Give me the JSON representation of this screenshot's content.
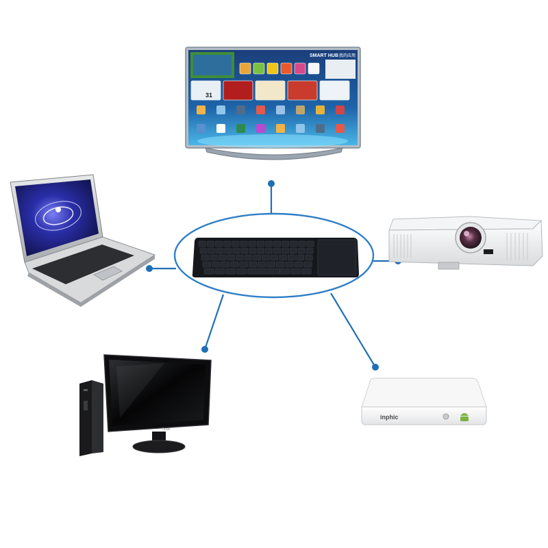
{
  "diagram": {
    "hub": {
      "device": "wireless-keyboard-with-touchpad"
    },
    "devices": [
      {
        "id": "smart-tv",
        "device": "smart-tv"
      },
      {
        "id": "laptop",
        "device": "laptop"
      },
      {
        "id": "projector",
        "device": "projector"
      },
      {
        "id": "desktop-pc",
        "device": "desktop-pc"
      },
      {
        "id": "tv-box",
        "device": "tv-box"
      }
    ],
    "tv_screen": {
      "brand": "SMART HUB",
      "cn_header": "我的应用",
      "tile_number": "31"
    },
    "tv_box_brand": "inphic",
    "monitor_brand": "Tjuan",
    "colors": {
      "connector": "#1f6fb5",
      "ellipse": "#2f7ec7",
      "keyboard": "#15171b",
      "tv_bezel": "#9aa7b3",
      "projector_lens": "#3a2a33",
      "android_green": "#7cb342"
    }
  }
}
